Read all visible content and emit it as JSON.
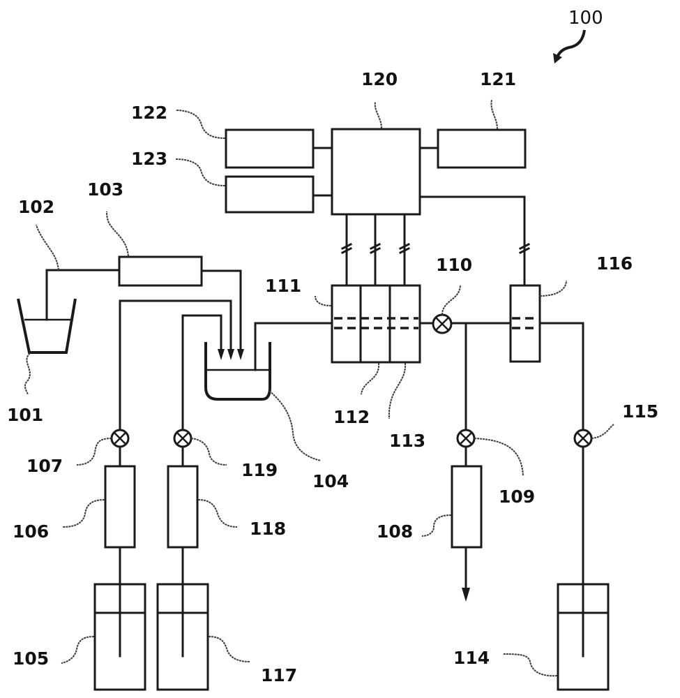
{
  "figure": {
    "reference_label": "100",
    "labels": {
      "l101": "101",
      "l102": "102",
      "l103": "103",
      "l104": "104",
      "l105": "105",
      "l106": "106",
      "l107": "107",
      "l108": "108",
      "l109": "109",
      "l110": "110",
      "l111": "111",
      "l112": "112",
      "l113": "113",
      "l114": "114",
      "l115": "115",
      "l116": "116",
      "l117": "117",
      "l118": "118",
      "l119": "119",
      "l120": "120",
      "l121": "121",
      "l122": "122",
      "l123": "123"
    },
    "line_color": "#1a1a1a",
    "background": "#ffffff"
  }
}
